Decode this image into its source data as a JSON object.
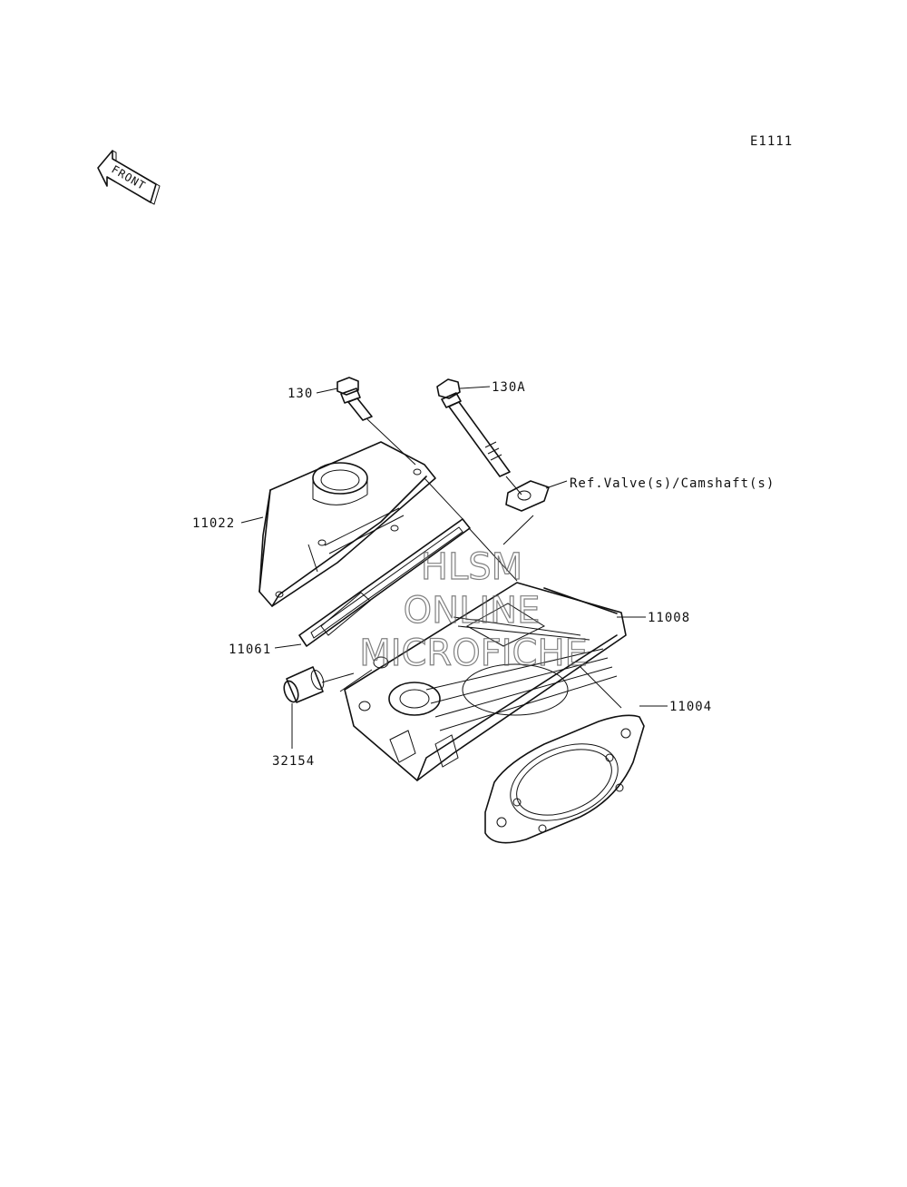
{
  "diagram_code": "E1111",
  "front_arrow_label": "FRONT",
  "parts": {
    "bolt_130": "130",
    "bolt_130a": "130A",
    "ref_valve": "Ref.Valve(s)/Camshaft(s)",
    "cover_11022": "11022",
    "gasket_11061": "11061",
    "head_11008": "11008",
    "gasket_11004": "11004",
    "pin_32154": "32154"
  },
  "watermark": {
    "line1": "HLSM",
    "line2": "ONLINE",
    "line3": "MICROFICHE"
  }
}
